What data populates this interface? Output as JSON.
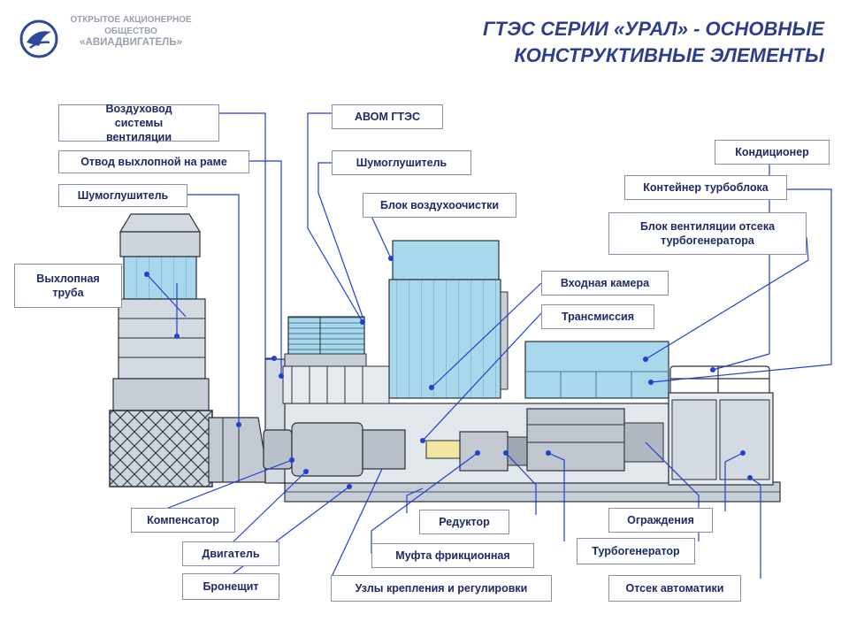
{
  "header": {
    "company_line1": "ОТКРЫТОЕ АКЦИОНЕРНОЕ",
    "company_line2": "ОБЩЕСТВО",
    "company_line3": "«АВИАДВИГАТЕЛЬ»",
    "title_line1": "ГТЭС СЕРИИ «УРАЛ» - ОСНОВНЫЕ",
    "title_line2": "КОНСТРУКТИВНЫЕ ЭЛЕМЕНТЫ"
  },
  "labels": {
    "air_duct": "Воздуховод системы вентиляции",
    "exhaust_outlet": "Отвод выхлопной на раме",
    "silencer_left": "Шумоглушитель",
    "exhaust_pipe": "Выхлопная труба",
    "avom": "АВОМ ГТЭС",
    "silencer_top": "Шумоглушитель",
    "air_cleaning": "Блок воздухоочистки",
    "conditioner": "Кондиционер",
    "turbo_container": "Контейнер турбоблока",
    "vent_block": "Блок вентиляции отсека турбогенератора",
    "inlet_chamber": "Входная камера",
    "transmission": "Трансмиссия",
    "compensator": "Компенсатор",
    "engine": "Двигатель",
    "armor_shield": "Бронещит",
    "reducer": "Редуктор",
    "friction_coupling": "Муфта фрикционная",
    "mounting_units": "Узлы крепления и регулировки",
    "fencing": "Ограждения",
    "turbogenerator": "Турбогенератор",
    "automation": "Отсек автоматики"
  },
  "colors": {
    "title": "#2d3f8c",
    "label_text": "#1d2a66",
    "leader_line": "#1f3fd6",
    "equipment_fill": "#a8d8ec",
    "equipment_shade": "#7fb4cc",
    "outline": "#2a2f3a"
  }
}
